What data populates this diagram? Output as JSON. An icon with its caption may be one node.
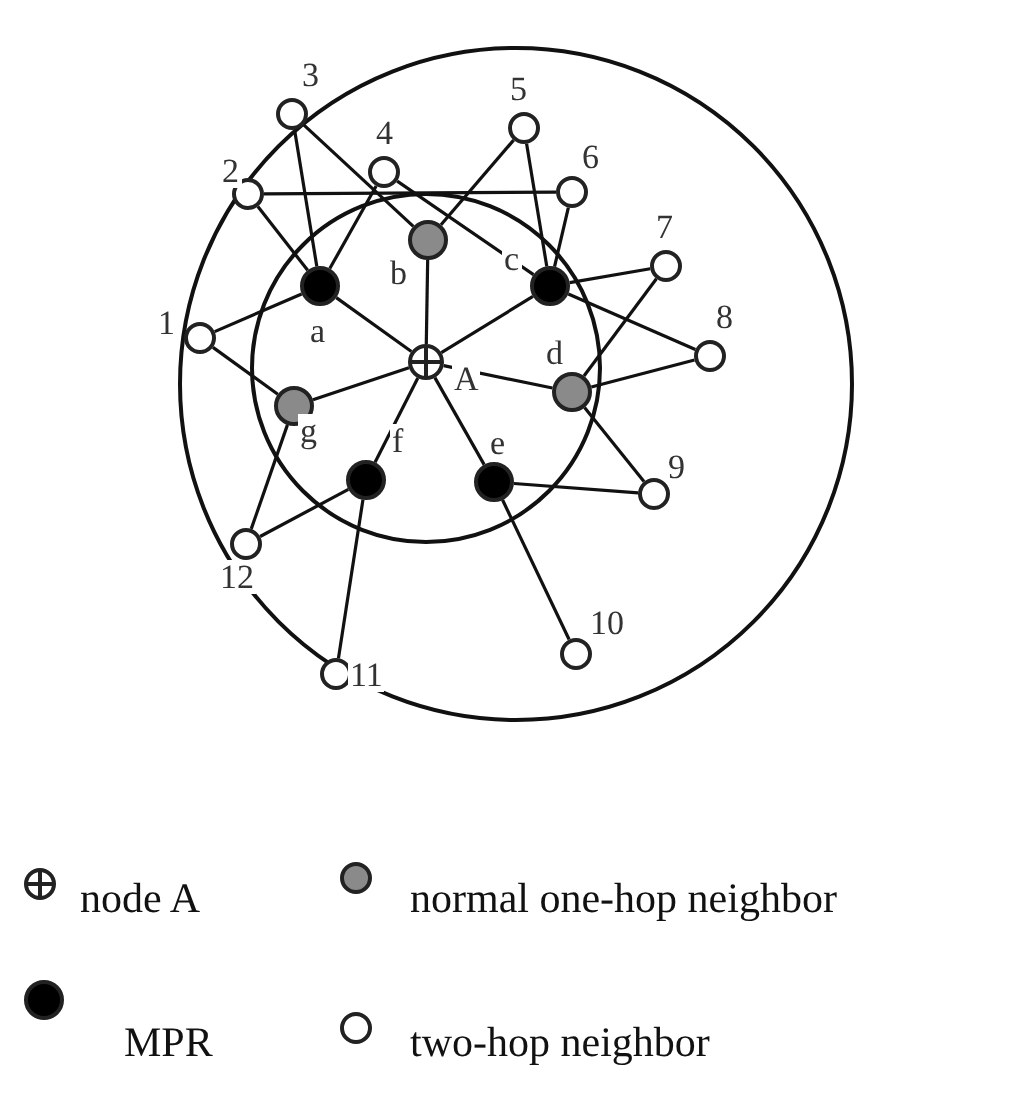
{
  "diagram": {
    "nodes": [
      {
        "text": [],
        "shape": "circle",
        "beside": [
          "A"
        ]
      },
      {
        "text": [],
        "shape": "circle",
        "beside": [
          "a"
        ]
      },
      {
        "text": [],
        "shape": "circle",
        "beside": [
          "b"
        ]
      },
      {
        "text": [],
        "shape": "circle",
        "beside": [
          "c"
        ]
      },
      {
        "text": [],
        "shape": "circle",
        "beside": [
          "d"
        ]
      },
      {
        "text": [],
        "shape": "circle",
        "beside": [
          "e"
        ]
      },
      {
        "text": [],
        "shape": "circle",
        "beside": [
          "f"
        ]
      },
      {
        "text": [],
        "shape": "circle",
        "beside": [
          "g"
        ]
      },
      {
        "text": [],
        "shape": "circle",
        "beside": [
          "1"
        ]
      },
      {
        "text": [],
        "shape": "circle",
        "beside": [
          "2"
        ]
      },
      {
        "text": [],
        "shape": "circle",
        "beside": [
          "3"
        ]
      },
      {
        "text": [],
        "shape": "circle",
        "beside": [
          "4"
        ]
      },
      {
        "text": [],
        "shape": "circle",
        "beside": [
          "5"
        ]
      },
      {
        "text": [],
        "shape": "circle",
        "beside": [
          "6"
        ]
      },
      {
        "text": [],
        "shape": "circle",
        "beside": [
          "7"
        ]
      },
      {
        "text": [],
        "shape": "circle",
        "beside": [
          "8"
        ]
      },
      {
        "text": [],
        "shape": "circle",
        "beside": [
          "9"
        ]
      },
      {
        "text": [],
        "shape": "circle",
        "beside": [
          "10"
        ]
      },
      {
        "text": [],
        "shape": "circle",
        "beside": [
          "11"
        ]
      },
      {
        "text": [],
        "shape": "circle",
        "beside": [
          "12"
        ]
      }
    ],
    "edges": [
      {
        "from": 0,
        "to": 1,
        "arrow": "none"
      },
      {
        "from": 0,
        "to": 2,
        "arrow": "none"
      },
      {
        "from": 0,
        "to": 3,
        "arrow": "none"
      },
      {
        "from": 0,
        "to": 4,
        "arrow": "none"
      },
      {
        "from": 0,
        "to": 5,
        "arrow": "none"
      },
      {
        "from": 0,
        "to": 6,
        "arrow": "none"
      },
      {
        "from": 0,
        "to": 7,
        "arrow": "none"
      },
      {
        "from": 1,
        "to": 8,
        "arrow": "none"
      },
      {
        "from": 1,
        "to": 9,
        "arrow": "none"
      },
      {
        "from": 1,
        "to": 10,
        "arrow": "none"
      },
      {
        "from": 1,
        "to": 11,
        "arrow": "none"
      },
      {
        "from": 2,
        "to": 10,
        "arrow": "none"
      },
      {
        "from": 2,
        "to": 12,
        "arrow": "none"
      },
      {
        "from": 9,
        "to": 13,
        "arrow": "none"
      },
      {
        "from": 3,
        "to": 11,
        "arrow": "none"
      },
      {
        "from": 3,
        "to": 12,
        "arrow": "none"
      },
      {
        "from": 3,
        "to": 13,
        "arrow": "none"
      },
      {
        "from": 3,
        "to": 14,
        "arrow": "none"
      },
      {
        "from": 3,
        "to": 15,
        "arrow": "none"
      },
      {
        "from": 4,
        "to": 14,
        "arrow": "none"
      },
      {
        "from": 4,
        "to": 15,
        "arrow": "none"
      },
      {
        "from": 4,
        "to": 16,
        "arrow": "none"
      },
      {
        "from": 5,
        "to": 16,
        "arrow": "none"
      },
      {
        "from": 5,
        "to": 17,
        "arrow": "none"
      },
      {
        "from": 6,
        "to": 18,
        "arrow": "none"
      },
      {
        "from": 6,
        "to": 19,
        "arrow": "none"
      },
      {
        "from": 7,
        "to": 19,
        "arrow": "none"
      },
      {
        "from": 7,
        "to": 8,
        "arrow": "none"
      }
    ],
    "legend": [
      {
        "text": "node A"
      },
      {
        "text": "normal one-hop neighbor"
      },
      {
        "text": "MPR"
      },
      {
        "text": "two-hop neighbor"
      }
    ]
  }
}
